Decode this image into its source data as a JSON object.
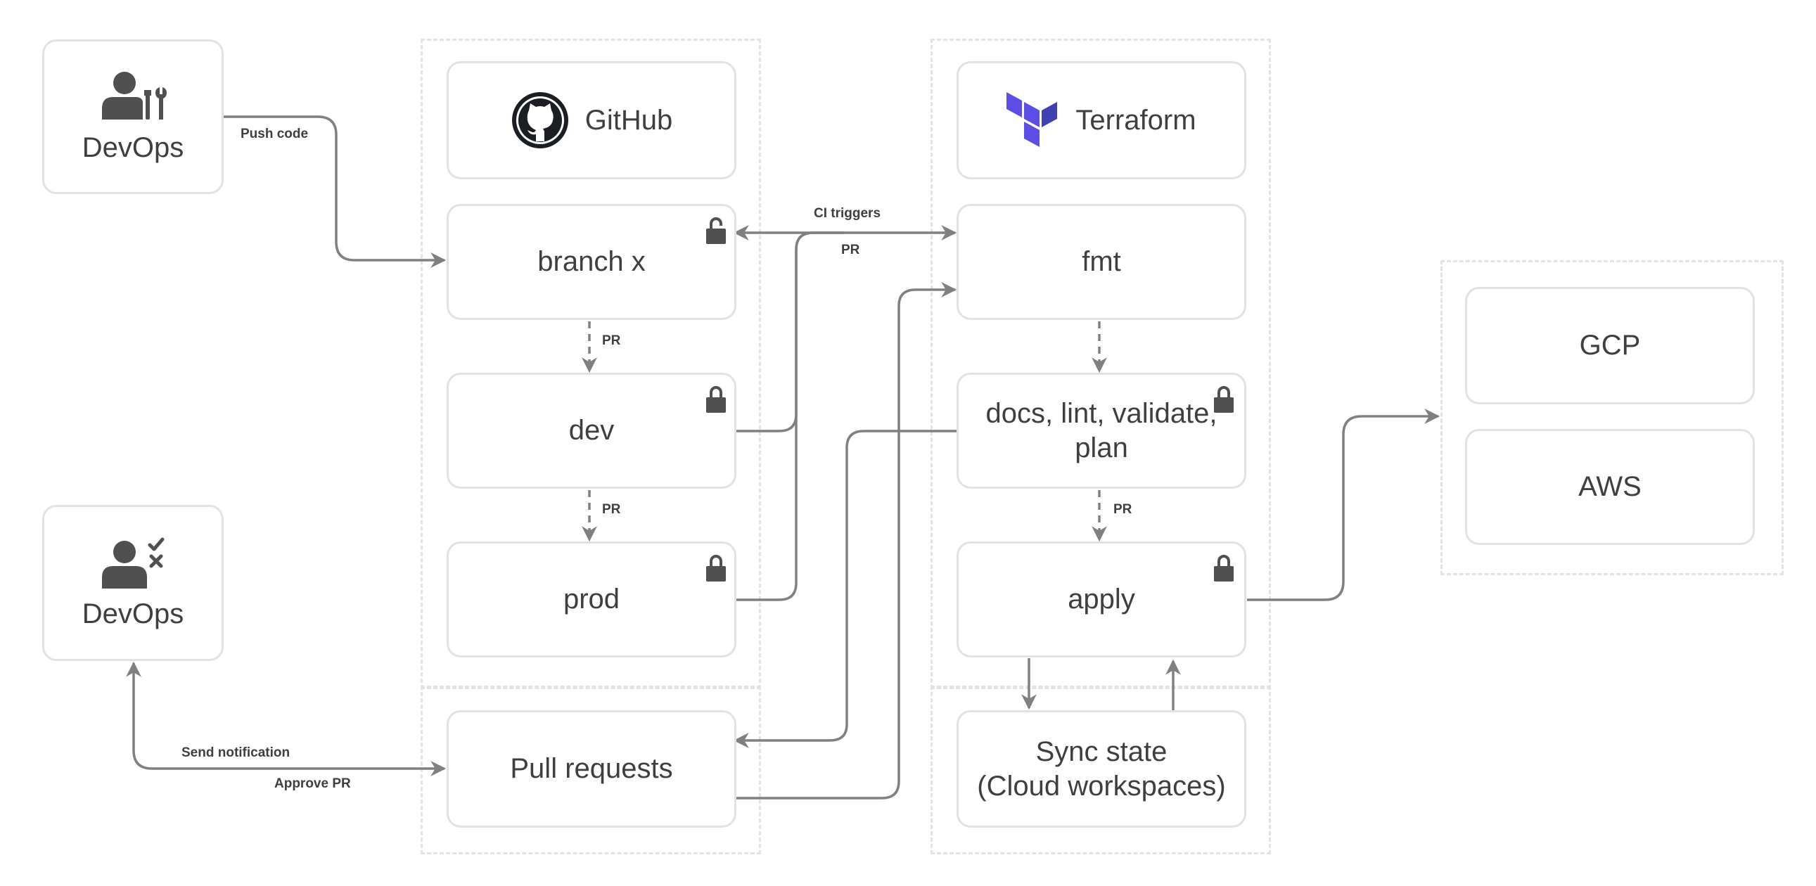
{
  "actors": {
    "devops_top": "DevOps",
    "devops_bottom": "DevOps"
  },
  "github": {
    "title": "GitHub",
    "branch_x": "branch x",
    "dev": "dev",
    "prod": "prod",
    "pull_requests": "Pull requests"
  },
  "terraform": {
    "title": "Terraform",
    "fmt": "fmt",
    "docs": "docs, lint, validate, plan",
    "apply": "apply",
    "sync_state_line1": "Sync state",
    "sync_state_line2": "(Cloud workspaces)"
  },
  "clouds": {
    "gcp": "GCP",
    "aws": "AWS"
  },
  "labels": {
    "push_code": "Push code",
    "ci_triggers": "CI triggers",
    "pr_top": "PR",
    "pr_branch_dev": "PR",
    "pr_dev_prod": "PR",
    "pr_docs_apply": "PR",
    "send_notification": "Send notification",
    "approve_pr": "Approve PR"
  },
  "colors": {
    "line": "#808080",
    "border": "#e2e2e2",
    "text": "#3f3f3f",
    "terraform": "#5c4ee5"
  },
  "icons": {
    "devops_top": "user-wrench-icon",
    "devops_bottom": "user-check-icon",
    "github": "github-octocat-icon",
    "terraform": "terraform-logo-icon",
    "lock": "padlock-icon"
  }
}
